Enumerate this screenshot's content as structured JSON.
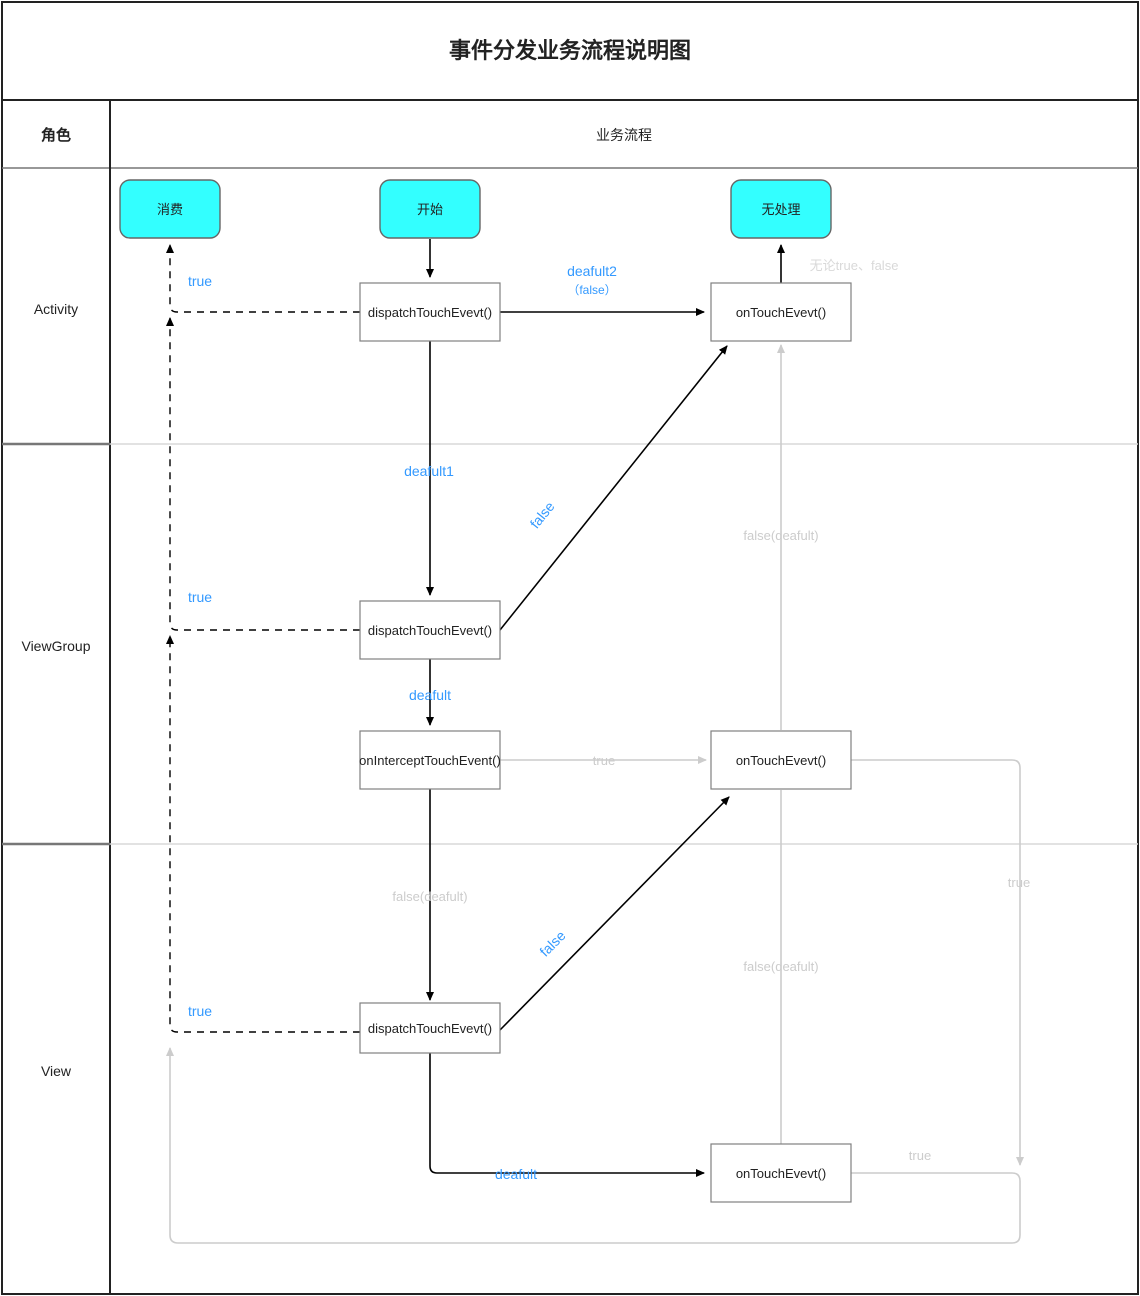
{
  "title": "事件分发业务流程说明图",
  "table": {
    "headers": {
      "role": "角色",
      "flow": "业务流程"
    },
    "rows": [
      {
        "role": "Activity"
      },
      {
        "role": "ViewGroup"
      },
      {
        "role": "View"
      }
    ]
  },
  "colors": {
    "terminal_fill": "#33FFFF",
    "terminal_stroke": "#666666",
    "process_fill": "#FFFFFF",
    "process_stroke": "#808080",
    "blue_label": "#3399FF",
    "gray_label": "#CCCCCC",
    "flow_black": "#000000",
    "flow_gray": "#CCCCCC",
    "border": "#222222"
  },
  "nodes": {
    "consume": "消费",
    "start": "开始",
    "no_handle": "无处理",
    "activity_dispatch": "dispatchTouchEvevt()",
    "activity_ontouch": "onTouchEvevt()",
    "viewgroup_dispatch": "dispatchTouchEvevt()",
    "viewgroup_onintercept": "onInterceptTouchEvent()",
    "viewgroup_ontouch": "onTouchEvevt()",
    "view_dispatch": "dispatchTouchEvevt()",
    "view_ontouch": "onTouchEvevt()"
  },
  "labels": {
    "activity_true": "true",
    "deafult2": "deafult2",
    "deafult2_sub": "（false）",
    "no_matter": "无论true、false",
    "deafult1": "deafult1",
    "false_diag_1": "false",
    "false_deafult_right_1": "false(deafult)",
    "viewgroup_true": "true",
    "deafult_vg": "deafult",
    "intercept_true": "true",
    "false_deafult_mid": "false(deafult)",
    "false_diag_2": "false",
    "false_deafult_right_2": "false(deafult)",
    "view_true": "true",
    "deafult_view": "deafult",
    "right_true": "true",
    "bottom_true": "true"
  }
}
